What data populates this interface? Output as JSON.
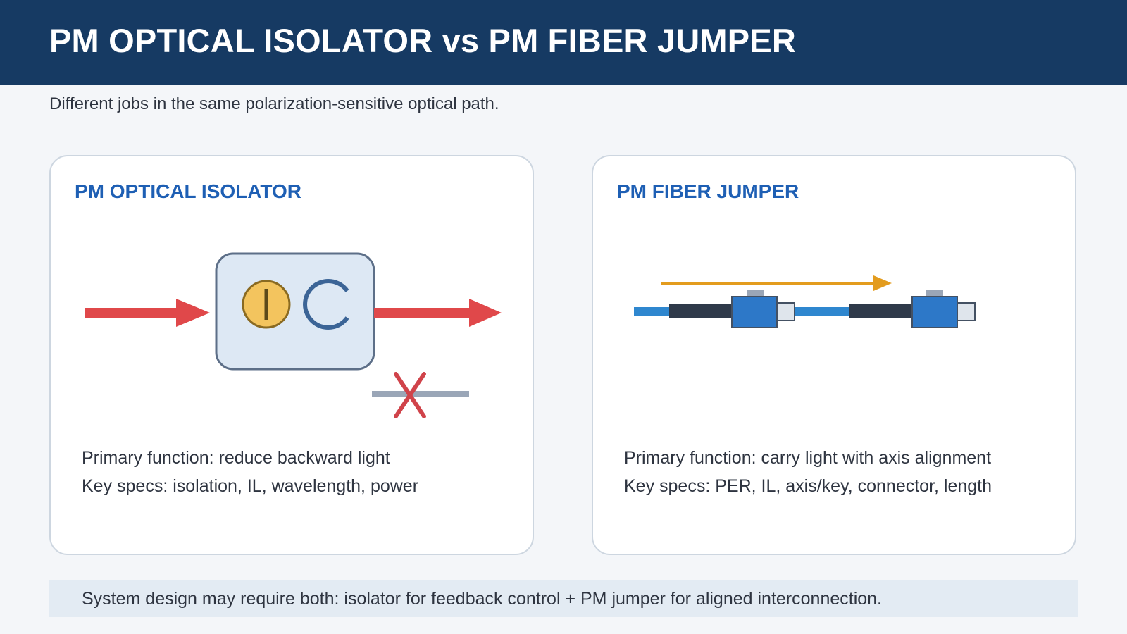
{
  "header": {
    "title": "PM OPTICAL ISOLATOR vs PM FIBER JUMPER"
  },
  "subtitle": "Different jobs in the same polarization-sensitive optical path.",
  "panels": [
    {
      "title": "PM OPTICAL ISOLATOR",
      "primary_function": "Primary function: reduce backward light",
      "key_specs": "Key specs: isolation, IL, wavelength, power"
    },
    {
      "title": "PM FIBER JUMPER",
      "primary_function": "Primary function: carry light with axis alignment",
      "key_specs": "Key specs: PER, IL, axis/key, connector, length"
    }
  ],
  "footer": {
    "note": "System design may require both: isolator for feedback control + PM jumper for aligned interconnection."
  },
  "colors": {
    "header_bg": "#163a63",
    "accent_title": "#1e5fb4",
    "forward_light": "#e0484a",
    "blocked_mark": "#d0434a",
    "fiber_blue": "#2f87cf",
    "connector_blue": "#2d78c8",
    "boot_dark": "#2f3a4a",
    "direction_arrow": "#e39c1e",
    "polarizer_yellow": "#f3c45e"
  },
  "icons": {
    "isolator": [
      "polarizer-icon",
      "faraday-rotator-icon"
    ],
    "jumper": [
      "pm-connector-icon",
      "fiber-cable-icon"
    ]
  }
}
